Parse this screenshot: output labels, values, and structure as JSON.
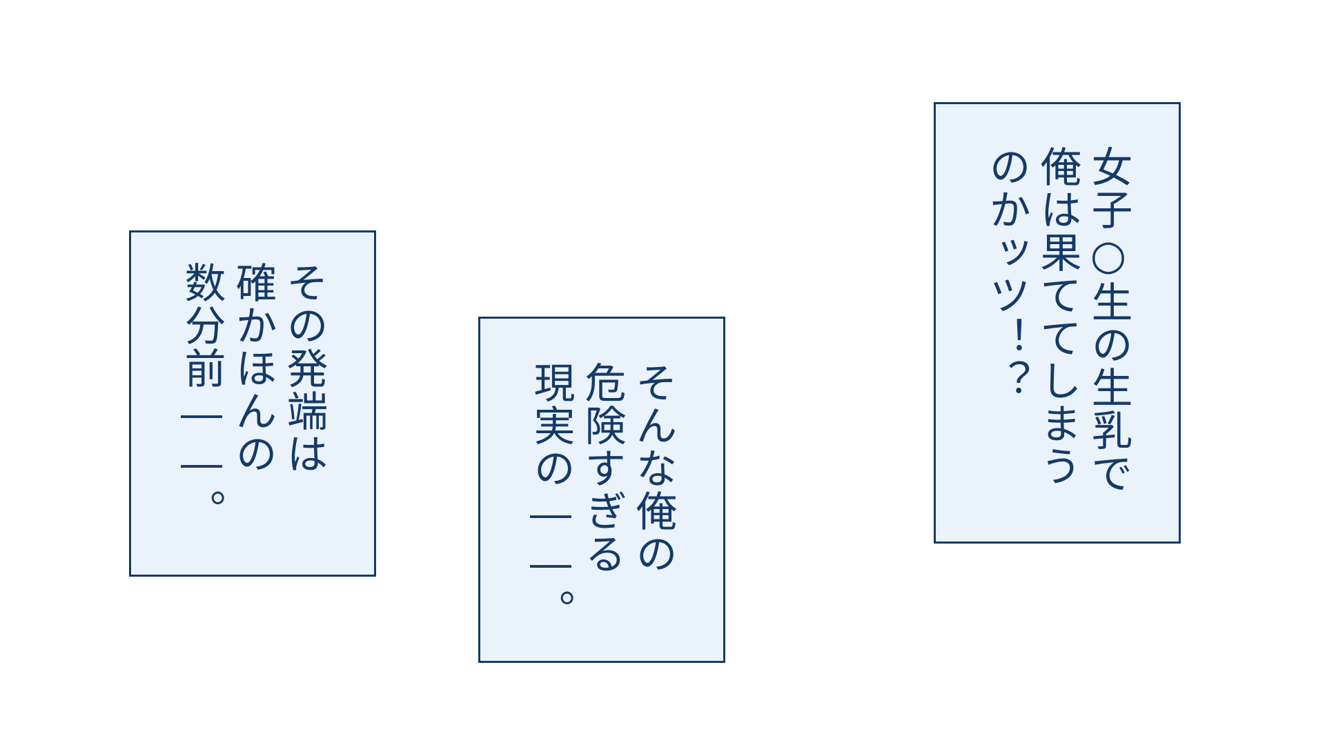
{
  "captions": [
    {
      "lines": [
        "その発端は",
        "確かほんの",
        "数分前――。"
      ]
    },
    {
      "lines": [
        "そんな俺の",
        "危険すぎる",
        "現実の――。"
      ]
    },
    {
      "lines": [
        "女子○生の生乳で",
        "俺は果ててしまう",
        "のかッツ！？"
      ]
    }
  ],
  "colors": {
    "box_border": "#163a66",
    "box_fill": "#eaf3fc",
    "text": "#163a66",
    "background": "#ffffff"
  }
}
